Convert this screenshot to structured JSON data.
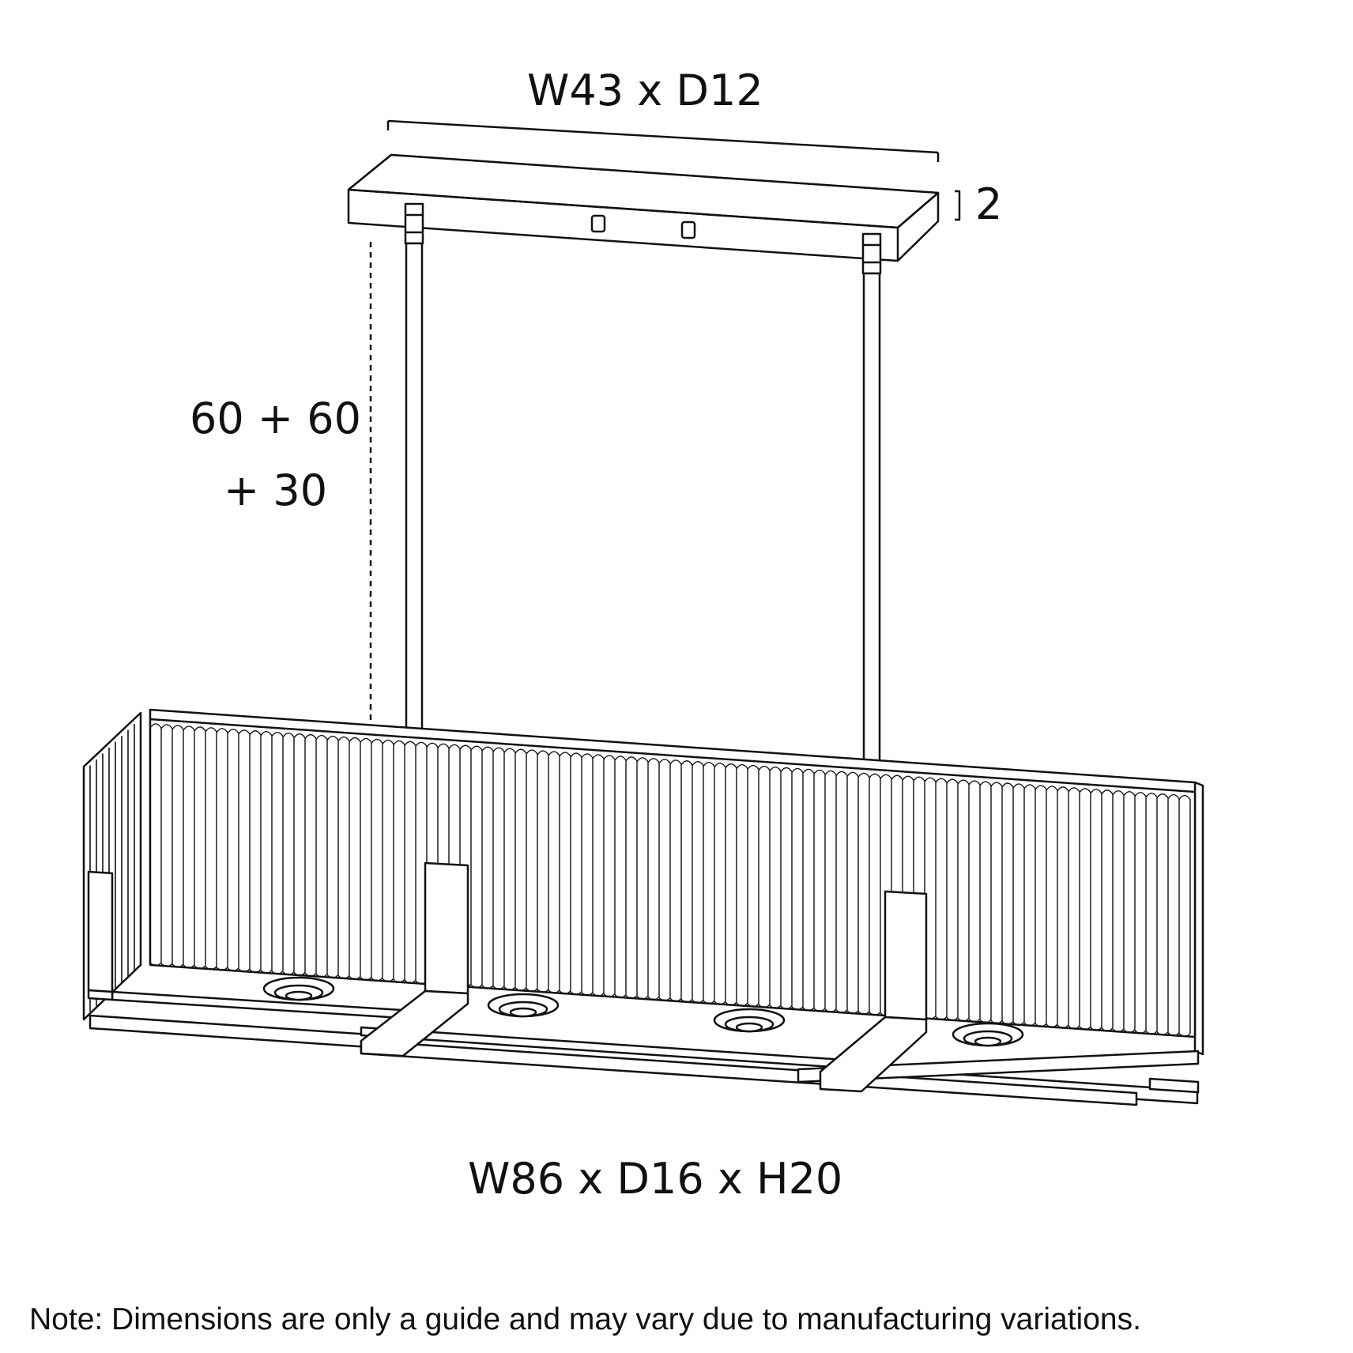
{
  "dimensions": {
    "canopy": "W43 x D12",
    "canopy_height": "2",
    "drop_line1": "60 + 60",
    "drop_line2": "+ 30",
    "body": "W86 x D16 x H20"
  },
  "note": "Note: Dimensions are only a guide and may vary due to manufacturing variations.",
  "colors": {
    "line": "#111111",
    "background": "#ffffff"
  }
}
